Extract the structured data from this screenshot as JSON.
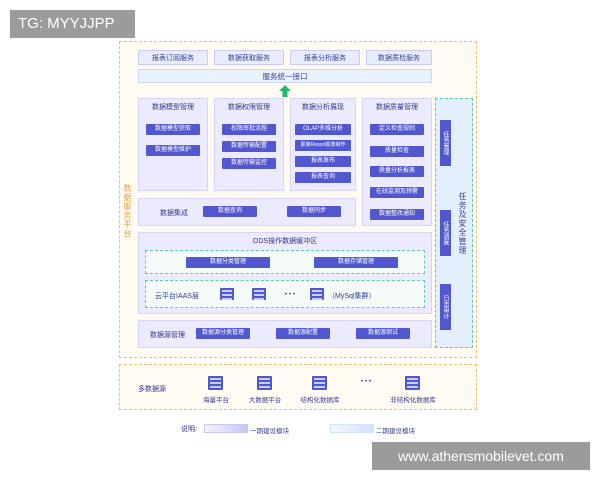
{
  "watermark_top": "TG: MYYJJPP",
  "watermark_bottom": "www.athensmobilevet.com",
  "services": [
    "报表订阅服务",
    "数据获取服务",
    "报表分析服务",
    "数据质检服务"
  ],
  "service_bus": "服务统一接口",
  "platform_label": "数据服务平台",
  "modules": {
    "model": {
      "title": "数据模型管理",
      "items": [
        "数据模型获取",
        "数据模型维护"
      ]
    },
    "permission": {
      "title": "数据权限管理",
      "items": [
        "权限审批流程",
        "数据传输配置",
        "数据传输监控"
      ]
    },
    "analysis": {
      "title": "数据分析展现",
      "items": [
        "OLAP多维分析",
        "即席Report报表制作",
        "报表发布",
        "报表查询"
      ]
    },
    "quality": {
      "title": "数据质量管理",
      "items": [
        "定义检查规则",
        "质量检查",
        "质量分析报表",
        "在线监测及预警",
        "数据整改通知"
      ]
    }
  },
  "integration": {
    "title": "数据集成",
    "items": [
      "数据查询",
      "数据同步"
    ]
  },
  "ods": {
    "title": "ODS操作数据缓冲区",
    "items": [
      "数据分类管理",
      "数据存储管理"
    ]
  },
  "cloud": {
    "title": "云平台IAAS层",
    "ellipsis": "• • •",
    "cluster": "（MySql集群）"
  },
  "source_mgmt": {
    "title": "数据源管理",
    "items": [
      "数据源分类管理",
      "数据源配置",
      "数据源测试"
    ]
  },
  "security": {
    "title": "任务及安全管理",
    "items": [
      "任务管理",
      "任务调度",
      "日志审计"
    ]
  },
  "sources": {
    "title": "多数据源",
    "items": [
      "海量平台",
      "大数据平台",
      "结构化数据库",
      "非结构化数据库"
    ],
    "ellipsis": "• • •"
  },
  "legend": {
    "label": "说明:",
    "items": [
      "一期建设模块",
      "二期建设模块"
    ]
  },
  "colors": {
    "accent": "#5158cf",
    "panel": "#eceaff",
    "phase2": "#dbe9ff",
    "arrow": "#22b573",
    "frame": "#f0c070"
  }
}
